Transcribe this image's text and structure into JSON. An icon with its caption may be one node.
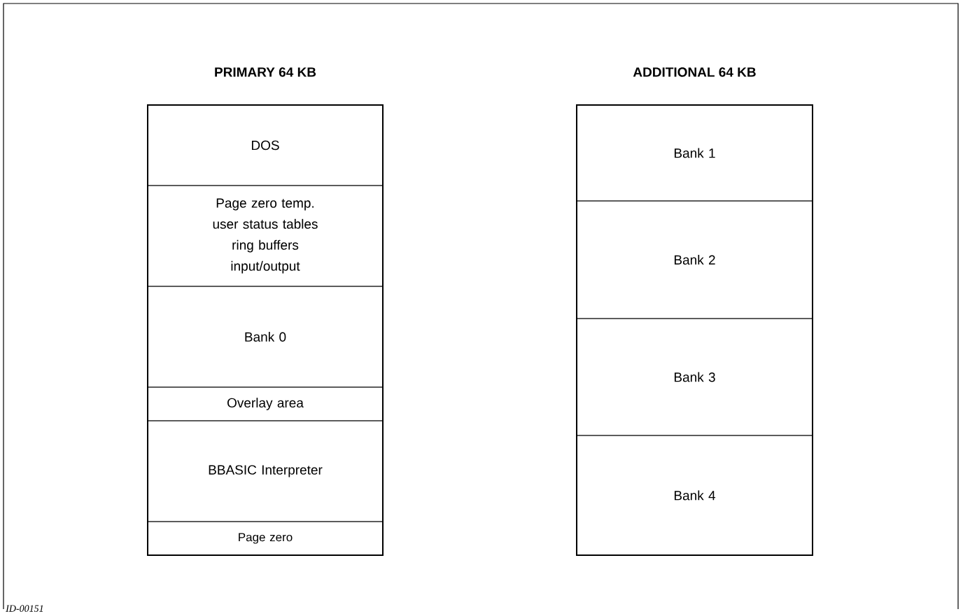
{
  "diagram": {
    "nodes": [
      {
        "text": [
          "PRIMARY 64 KB"
        ]
      },
      {
        "text": [
          "DOS"
        ],
        "in": 0
      },
      {
        "text": [
          "Page zero temp. user status tables ring buffers input/output"
        ],
        "in": 0
      },
      {
        "text": [
          "Bank 0"
        ],
        "in": 0
      },
      {
        "text": [
          "Overlay area"
        ],
        "in": 0
      },
      {
        "text": [
          "BBASIC Interpreter"
        ],
        "in": 0
      },
      {
        "text": [
          "Page zero"
        ],
        "in": 0
      },
      {
        "text": [
          "ADDITIONAL 64 KB"
        ]
      },
      {
        "text": [
          "Bank 1"
        ],
        "in": 7
      },
      {
        "text": [
          "Bank 2"
        ],
        "in": 7
      },
      {
        "text": [
          "Bank 3"
        ],
        "in": 7
      },
      {
        "text": [
          "Bank 4"
        ],
        "in": 7
      }
    ],
    "labels": [
      "ID-00151"
    ]
  }
}
